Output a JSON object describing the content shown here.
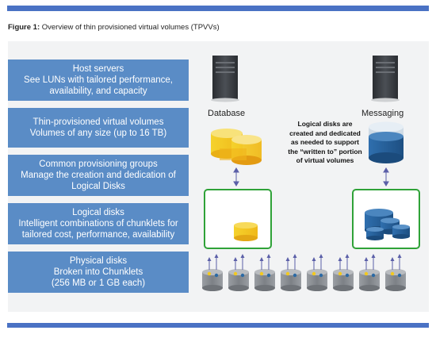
{
  "colors": {
    "bar": "#4a72c4",
    "layer_fill": "#5a8cc6",
    "layer_border": "#ffffff",
    "pool_border": "#2fa238",
    "yellow": "#f3c91e",
    "blue_disk": "#2c6aa5",
    "grey_disk": "#8d9196",
    "server": "#3a3d42"
  },
  "caption": {
    "prefix": "Figure 1:",
    "text": " Overview of thin provisioned virtual volumes (TPVVs)"
  },
  "layers": [
    {
      "line1": "Host servers",
      "line2": "See LUNs with tailored performance,",
      "line3": "availability, and capacity"
    },
    {
      "line1": "Thin-provisioned virtual volumes",
      "line2": "Volumes of any size (up to 16 TB)",
      "line3": ""
    },
    {
      "line1": "Common provisioning groups",
      "line2": "Manage the creation and dedication of",
      "line3": "Logical Disks"
    },
    {
      "line1": "Logical disks",
      "line2": "Intelligent combinations of chunklets for",
      "line3": "tailored cost, performance, availability"
    },
    {
      "line1": "Physical disks",
      "line2": "Broken into Chunklets",
      "line3": "(256 MB or 1 GB each)"
    }
  ],
  "servers": {
    "left_label": "Database",
    "right_label": "Messaging"
  },
  "note": {
    "line1": "Logical disks are",
    "line2": "created and dedicated",
    "line3": "as needed to support",
    "line4": "the “written to” portion",
    "line5": "of virtual volumes"
  },
  "physical_disk_count": 8
}
